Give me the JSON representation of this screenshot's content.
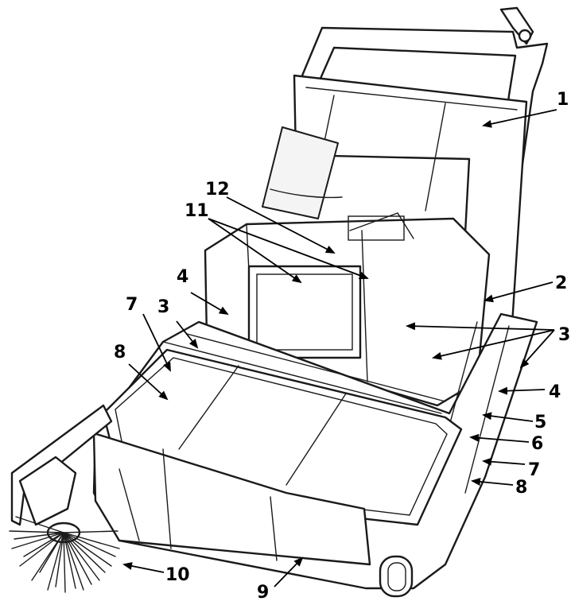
{
  "callouts": [
    {
      "id": "c1",
      "text": "1"
    },
    {
      "id": "c2",
      "text": "2"
    },
    {
      "id": "c3a",
      "text": "3"
    },
    {
      "id": "c3b",
      "text": "3"
    },
    {
      "id": "c4a",
      "text": "4"
    },
    {
      "id": "c4b",
      "text": "4"
    },
    {
      "id": "c5",
      "text": "5"
    },
    {
      "id": "c6",
      "text": "6"
    },
    {
      "id": "c7a",
      "text": "7"
    },
    {
      "id": "c7b",
      "text": "7"
    },
    {
      "id": "c8a",
      "text": "8"
    },
    {
      "id": "c8b",
      "text": "8"
    },
    {
      "id": "c9",
      "text": "9"
    },
    {
      "id": "c10",
      "text": "10"
    },
    {
      "id": "c11",
      "text": "11"
    },
    {
      "id": "c12",
      "text": "12"
    }
  ],
  "colors": {
    "ink": "#1a1a1a",
    "paper": "#ffffff"
  }
}
